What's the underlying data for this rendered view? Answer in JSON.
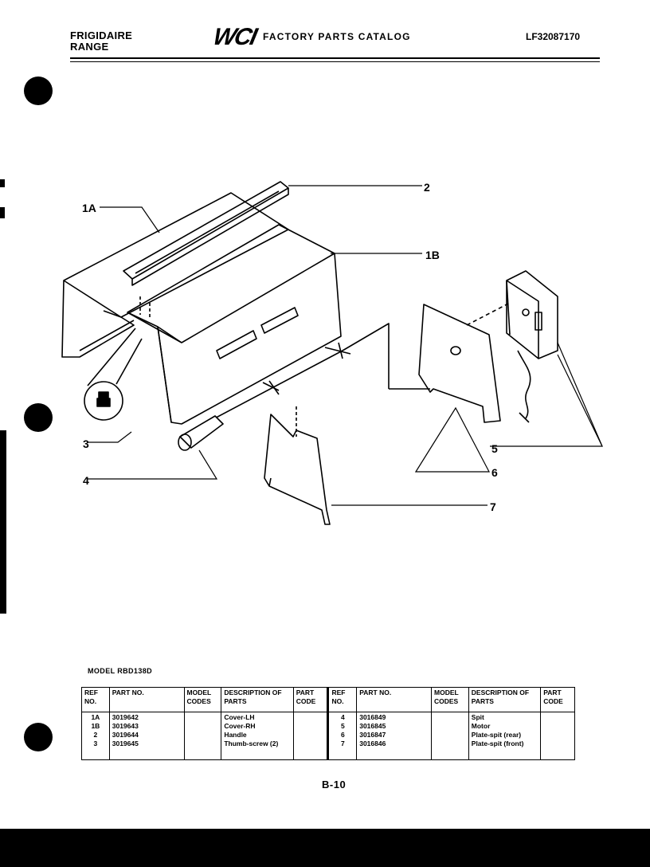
{
  "header": {
    "brand_line1": "FRIGIDAIRE",
    "brand_line2": "RANGE",
    "logo_text": "WCI",
    "catalog_title": "FACTORY PARTS CATALOG",
    "catalog_code": "LF32087170"
  },
  "callouts": {
    "c1a": "1A",
    "c1b": "1B",
    "c2": "2",
    "c3": "3",
    "c4": "4",
    "c5": "5",
    "c6": "6",
    "c7": "7"
  },
  "model_label": "MODEL RBD138D",
  "table": {
    "headers": {
      "ref_no": "REF NO.",
      "part_no": "PART NO.",
      "model_codes": "MODEL CODES",
      "description": "DESCRIPTION OF PARTS",
      "part_code": "PART CODE"
    },
    "left_rows": [
      {
        "ref": "1A",
        "part": "3019642",
        "desc": "Cover-LH"
      },
      {
        "ref": "1B",
        "part": "3019643",
        "desc": "Cover-RH"
      },
      {
        "ref": "2",
        "part": "3019644",
        "desc": "Handle"
      },
      {
        "ref": "3",
        "part": "3019645",
        "desc": "Thumb-screw (2)"
      }
    ],
    "right_rows": [
      {
        "ref": "4",
        "part": "3016849",
        "desc": "Spit"
      },
      {
        "ref": "5",
        "part": "3016845",
        "desc": "Motor"
      },
      {
        "ref": "6",
        "part": "3016847",
        "desc": "Plate-spit (rear)"
      },
      {
        "ref": "7",
        "part": "3016846",
        "desc": "Plate-spit (front)"
      }
    ]
  },
  "page_number": "B-10"
}
